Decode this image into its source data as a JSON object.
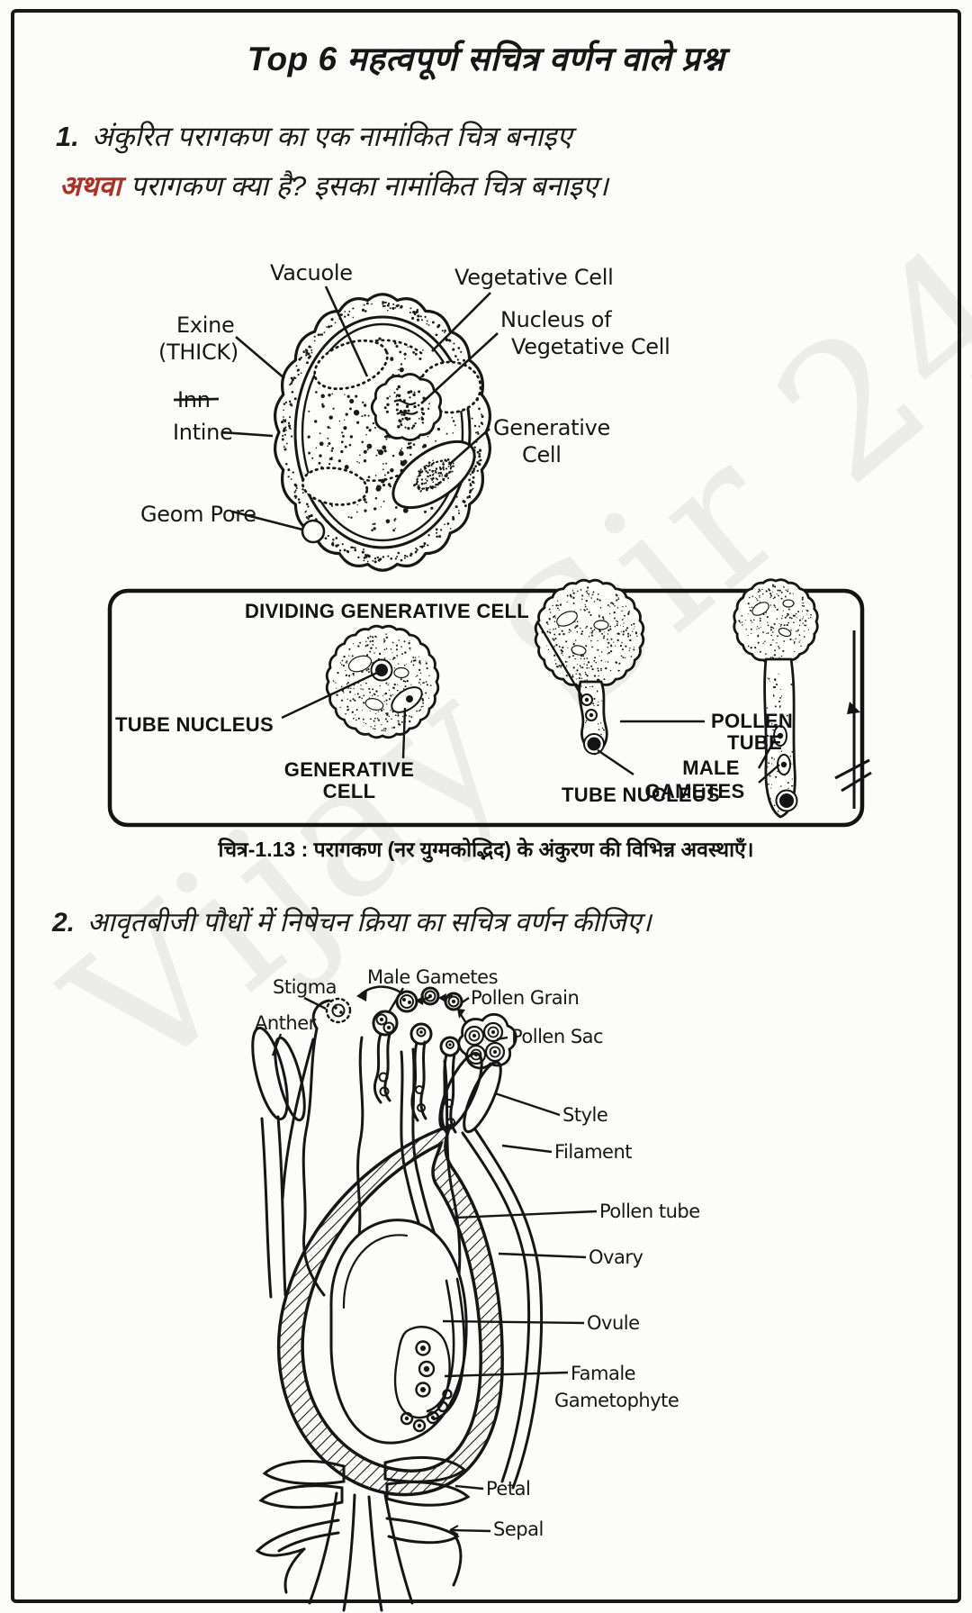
{
  "colors": {
    "accent_red": "#a93226",
    "ink": "#181818",
    "watermark_gray": "#e5e5e5"
  },
  "page": {
    "title": "Top 6 महत्वपूर्ण सचित्र वर्णन वाले प्रश्न",
    "watermark": "Vijay Sir 24"
  },
  "q1": {
    "number": "1.",
    "line1": "अंकुरित परागकण का एक नामांकित चित्र बनाइए",
    "or_word": "अथवा",
    "line2": "परागकण क्या है? इसका नामांकित चित्र बनाइए।"
  },
  "d1": {
    "labels": {
      "vacuole": "Vacuole",
      "vegetative_cell": "Vegetative Cell",
      "exine": "Exine",
      "exine_note": "(THICK)",
      "nucleus1": "Nucleus of",
      "nucleus2": "Vegetative Cell",
      "inn": "Inn",
      "intine": "Intine",
      "generative1": "Generative",
      "generative2": "Cell",
      "germ_pore": "Geom Pore"
    }
  },
  "fig": {
    "labels": {
      "dividing": "DIVIDING GENERATIVE CELL",
      "tube_nucleus_left": "TUBE NUCLEUS",
      "generative1": "GENERATIVE",
      "generative2": "CELL",
      "pollen1": "POLLEN",
      "pollen2": "TUBE",
      "tube_nucleus_bottom": "TUBE NUCLEUS",
      "male1": "MALE",
      "male2": "GAMETES"
    },
    "caption": "चित्र-1.13 : परागकण (नर युग्मकोद्भिद) के अंकुरण की विभिन्न अवस्थाएँ।"
  },
  "q2": {
    "number": "2.",
    "text": "आवृतबीजी पौधों में निषेचन क्रिया का सचित्र वर्णन कीजिए।"
  },
  "d2": {
    "labels": {
      "stigma": "Stigma",
      "male_gametes": "Male Gametes",
      "pollen_grain": "Pollen Grain",
      "anther": "Anther",
      "pollen_sac": "Pollen Sac",
      "style": "Style",
      "filament": "Filament",
      "pollen_tube": "Pollen tube",
      "ovary": "Ovary",
      "ovule": "Ovule",
      "female1": "Famale",
      "female2": "Gametophyte",
      "petal": "Petal",
      "sepal": "Sepal"
    }
  }
}
